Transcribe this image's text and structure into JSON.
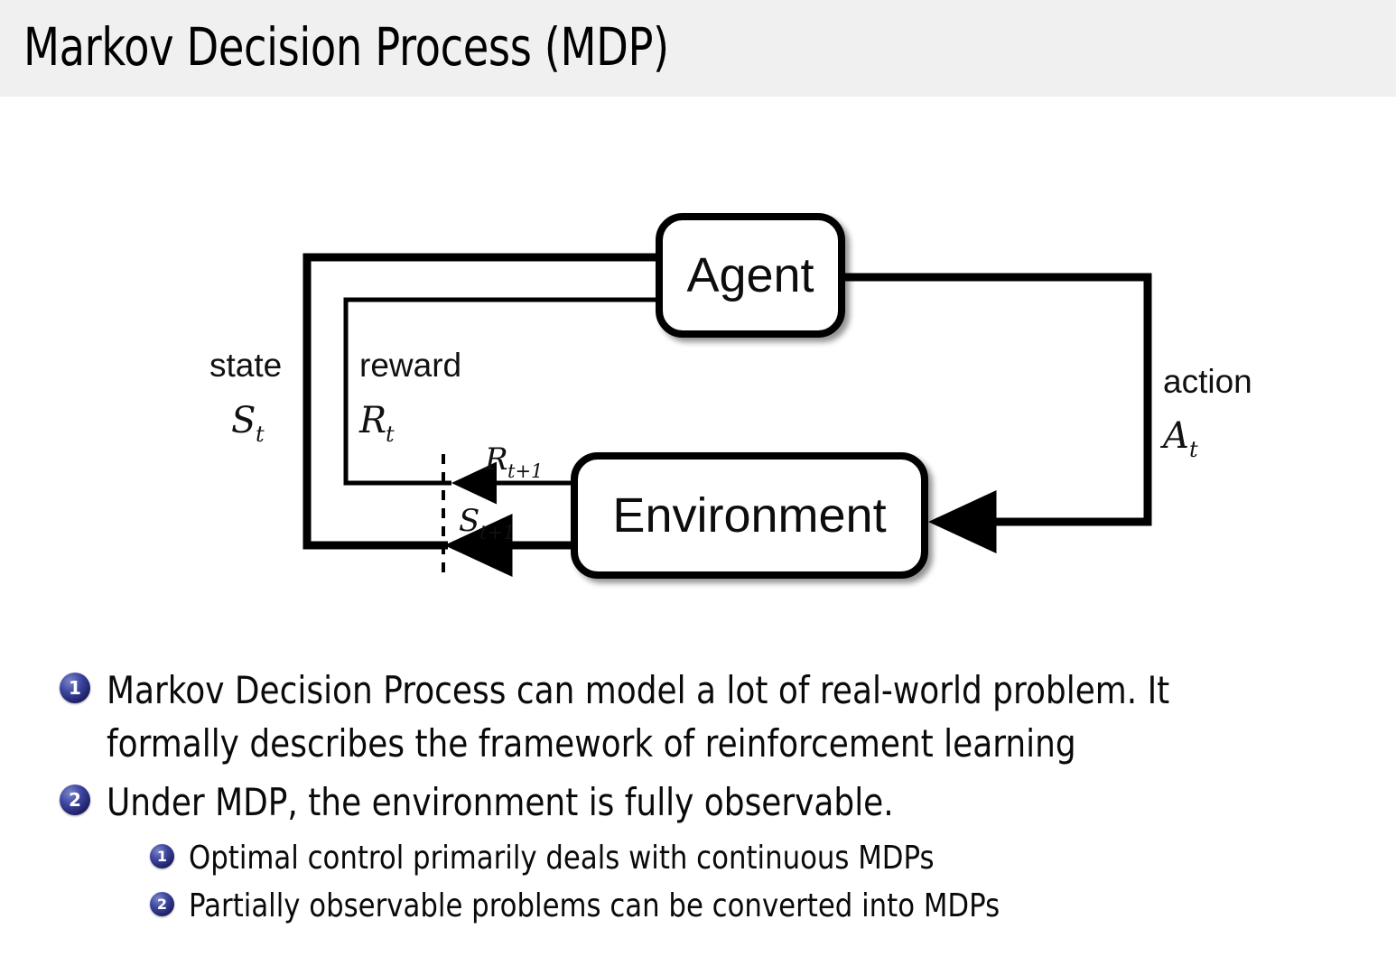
{
  "header": {
    "title": "Markov Decision Process (MDP)",
    "background_color": "#f0f0f0"
  },
  "diagram": {
    "name": "agent-environment-interaction-loop",
    "nodes": {
      "agent": "Agent",
      "environment": "Environment"
    },
    "edge_labels": {
      "state_word": "state",
      "state_symbol": "S",
      "state_symbol_sub": "t",
      "reward_word": "reward",
      "reward_symbol": "R",
      "reward_symbol_sub": "t",
      "action_word": "action",
      "action_symbol": "A",
      "action_symbol_sub": "t",
      "next_reward_symbol": "R",
      "next_reward_sub": "t+1",
      "next_state_symbol": "S",
      "next_state_sub": "t+1"
    },
    "stroke_color": "#000000",
    "box_fill": "#ffffff"
  },
  "bullets": {
    "badge_color": "#2a2f80",
    "items": [
      {
        "number": "1",
        "level": 1,
        "text": "Markov Decision Process can model a lot of real-world problem. It\nformally describes the framework of reinforcement learning"
      },
      {
        "number": "2",
        "level": 1,
        "text": "Under MDP, the environment is fully observable."
      },
      {
        "number": "1",
        "level": 2,
        "text": "Optimal control primarily deals with continuous MDPs"
      },
      {
        "number": "2",
        "level": 2,
        "text": "Partially observable problems can be converted into MDPs"
      }
    ]
  }
}
